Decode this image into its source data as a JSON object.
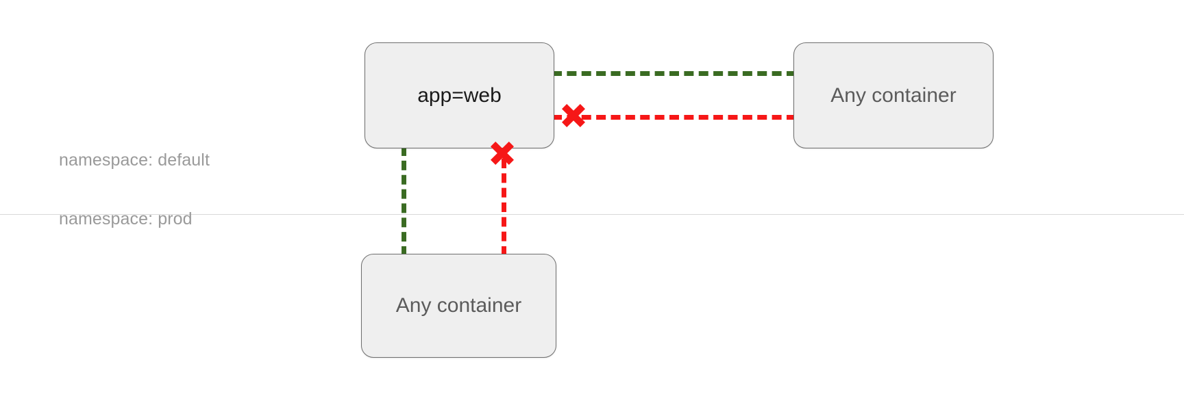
{
  "diagram": {
    "title": "Kubernetes network policy namespaces diagram",
    "background_color": "#ffffff",
    "namespaces": [
      {
        "id": "default",
        "label": "namespace: default",
        "text_color": "#9a9a9a"
      },
      {
        "id": "prod",
        "label": "namespace: prod",
        "text_color": "#9a9a9a"
      }
    ],
    "divider": {
      "color": "#d9d9d9"
    },
    "nodes": [
      {
        "id": "app-web",
        "label": "app=web",
        "namespace": "default",
        "fill": "#efefef",
        "border_color": "#6e6e6e",
        "text_color": "#1a1a1a"
      },
      {
        "id": "any-container-right",
        "label": "Any container",
        "namespace": "default",
        "fill": "#efefef",
        "border_color": "#6e6e6e",
        "text_color": "#5b5b5b"
      },
      {
        "id": "any-container-bottom",
        "label": "Any container",
        "namespace": "prod",
        "fill": "#efefef",
        "border_color": "#6e6e6e",
        "text_color": "#5b5b5b"
      }
    ],
    "edges": [
      {
        "id": "allow-right",
        "from": "app-web",
        "to": "any-container-right",
        "state": "allowed",
        "style": "dashed",
        "color": "#3a6b22",
        "orientation": "horizontal"
      },
      {
        "id": "deny-right",
        "from": "app-web",
        "to": "any-container-right",
        "state": "denied",
        "style": "dashed",
        "color": "#f61717",
        "orientation": "horizontal"
      },
      {
        "id": "allow-down",
        "from": "app-web",
        "to": "any-container-bottom",
        "state": "allowed",
        "style": "dashed",
        "color": "#3a6b22",
        "orientation": "vertical"
      },
      {
        "id": "deny-down",
        "from": "app-web",
        "to": "any-container-bottom",
        "state": "denied",
        "style": "dashed",
        "color": "#f61717",
        "orientation": "vertical"
      }
    ],
    "markers": [
      {
        "id": "deny-marker-right",
        "icon": "x-mark-icon",
        "color": "#f61717",
        "on_edge": "deny-right"
      },
      {
        "id": "deny-marker-bottom",
        "icon": "x-mark-icon",
        "color": "#f61717",
        "on_edge": "deny-down"
      }
    ]
  }
}
